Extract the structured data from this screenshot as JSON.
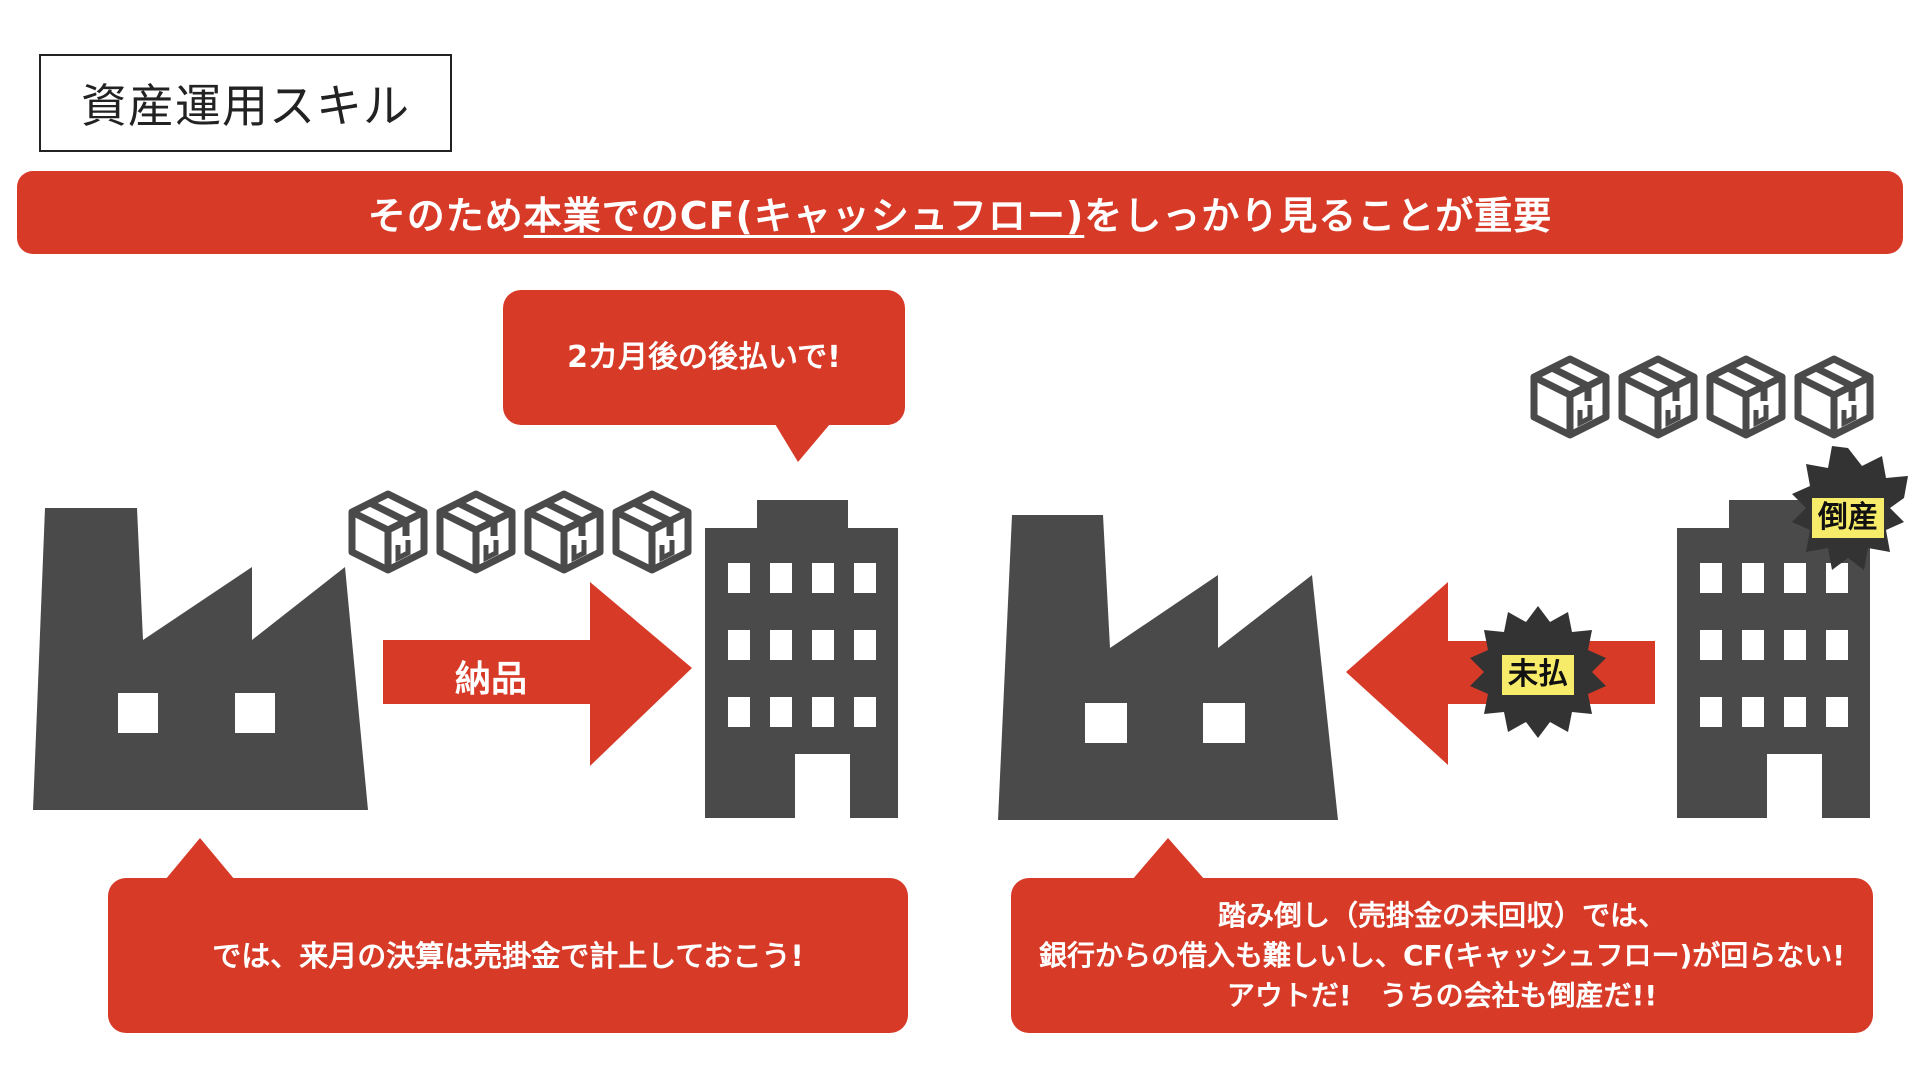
{
  "title": "資産運用スキル",
  "banner": {
    "prefix": "そのため",
    "emphasis": "本業でのCF(キャッシュフロー)",
    "suffix": "をしっかり見ることが重要"
  },
  "left_scene": {
    "top_bubble": "2カ月後の後払いで!",
    "arrow_label": "納品",
    "bottom_bubble": "では、来月の決算は売掛金で計上しておこう!"
  },
  "right_scene": {
    "arrow_badge": "未払",
    "building_badge": "倒産",
    "bottom_bubble_lines": [
      "踏み倒し（売掛金の未回収）では、",
      "銀行からの借入も難しいし、CF(キャッシュフロー)が回らない!",
      "アウトだ!　うちの会社も倒産だ!!"
    ]
  },
  "colors": {
    "accent": "#d83a28",
    "icon": "#4a4a4a",
    "badge": "#f7ec6a"
  },
  "icons": [
    "factory-icon",
    "building-icon",
    "box-icon",
    "arrow-right",
    "arrow-left",
    "starburst"
  ]
}
